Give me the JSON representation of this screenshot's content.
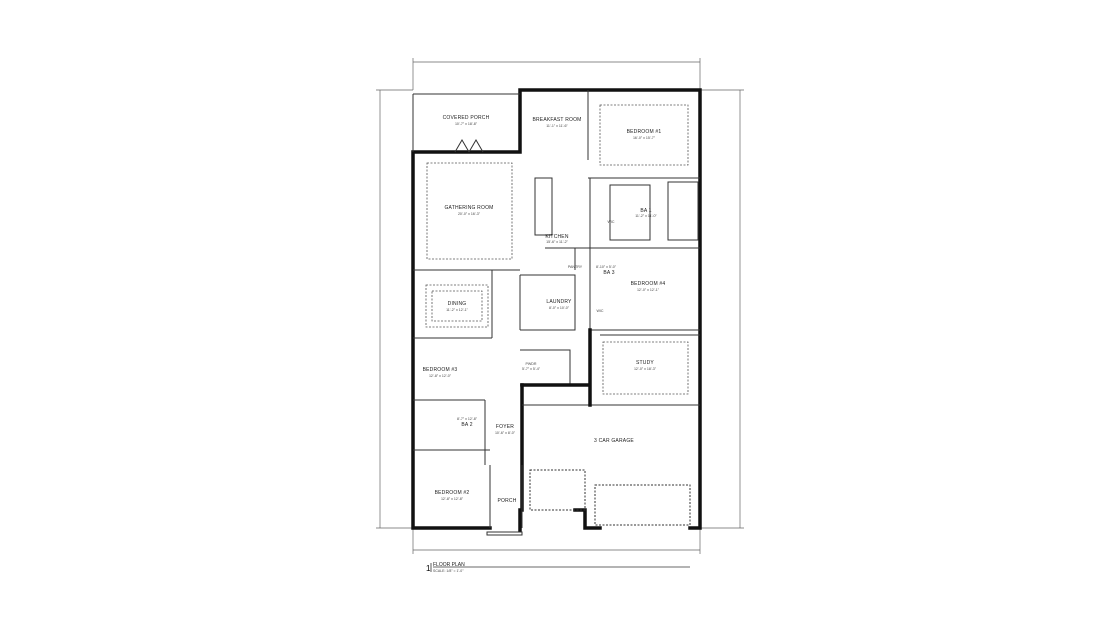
{
  "rooms": {
    "covered_porch": {
      "name": "COVERED PORCH",
      "dims": "10'-7\" x 18'-8\""
    },
    "breakfast": {
      "name": "BREAKFAST ROOM",
      "dims": "11'-1\" x 11'-6\""
    },
    "bedroom1": {
      "name": "BEDROOM #1",
      "dims": "16'-0\" x 15'-7\""
    },
    "gathering": {
      "name": "GATHERING ROOM",
      "dims": "20'-0\" x 16'-3\""
    },
    "kitchen": {
      "name": "KITCHEN",
      "dims": "15'-6\" x 11'-2\""
    },
    "ba1": {
      "name": "BA 1",
      "dims": "11'-2\" x 11'-0\""
    },
    "wic1": {
      "name": "WIC"
    },
    "pantry": {
      "name": "PANTRY"
    },
    "ba3": {
      "name": "BA 3",
      "dims": "8'-10\" x 5'-0\""
    },
    "dining": {
      "name": "DINING",
      "dims": "11'-2\" x 12'-1\""
    },
    "laundry": {
      "name": "LAUNDRY",
      "dims": "8'-0\" x 10'-0\""
    },
    "bedroom4": {
      "name": "BEDROOM #4",
      "dims": "12'-0\" x 12'-1\""
    },
    "wic4": {
      "name": "WIC"
    },
    "bedroom3": {
      "name": "BEDROOM #3",
      "dims": "12'-8\" x 12'-0\""
    },
    "powder": {
      "name": "PWDR",
      "dims": "5'-7\" x 5'-4\""
    },
    "study": {
      "name": "STUDY",
      "dims": "12'-0\" x 18'-3\""
    },
    "ba2": {
      "name": "BA 2",
      "dims": "8'-7\" x 12'-8\""
    },
    "foyer": {
      "name": "FOYER",
      "dims": "10'-6\" x 8'-0\""
    },
    "garage": {
      "name": "3 CAR GARAGE"
    },
    "bedroom2": {
      "name": "BEDROOM #2",
      "dims": "12'-8\" x 12'-8\""
    },
    "porch": {
      "name": "PORCH"
    }
  },
  "title_block": {
    "number": "1",
    "title": "FLOOR PLAN",
    "scale": "SCALE: 1/8\" = 1'-0\""
  }
}
